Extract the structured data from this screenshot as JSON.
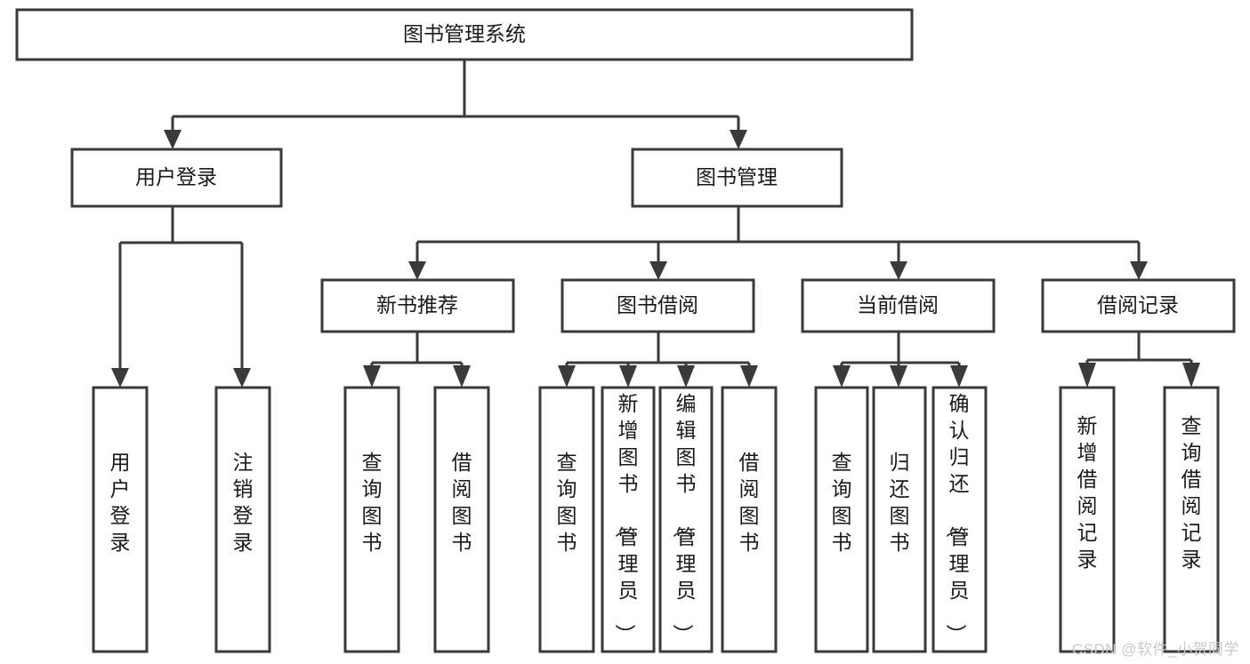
{
  "diagram": {
    "type": "hierarchy-tree",
    "title": "图书管理系统",
    "watermark": "CSDN @软件_小贺同学",
    "colors": {
      "stroke": "#3a3a3a",
      "fill": "#ffffff",
      "text": "#1a1a1a",
      "watermark": "#c9c9c9",
      "background": "#ffffff"
    },
    "levels": [
      {
        "level": 1,
        "nodes": [
          {
            "id": "root",
            "label": "图书管理系统",
            "orientation": "horizontal"
          }
        ]
      },
      {
        "level": 2,
        "nodes": [
          {
            "id": "login",
            "label": "用户登录",
            "orientation": "horizontal",
            "parent": "root"
          },
          {
            "id": "bookmgmt",
            "label": "图书管理",
            "orientation": "horizontal",
            "parent": "root"
          }
        ]
      },
      {
        "level": 3,
        "nodes": [
          {
            "id": "newbook",
            "label": "新书推荐",
            "orientation": "horizontal",
            "parent": "bookmgmt"
          },
          {
            "id": "borrow",
            "label": "图书借阅",
            "orientation": "horizontal",
            "parent": "bookmgmt"
          },
          {
            "id": "current",
            "label": "当前借阅",
            "orientation": "horizontal",
            "parent": "bookmgmt"
          },
          {
            "id": "records",
            "label": "借阅记录",
            "orientation": "horizontal",
            "parent": "bookmgmt"
          }
        ]
      },
      {
        "level": 4,
        "nodes": [
          {
            "id": "leaf-1",
            "label": "用户登录",
            "orientation": "vertical",
            "parent": "login"
          },
          {
            "id": "leaf-2",
            "label": "注销登录",
            "orientation": "vertical",
            "parent": "login"
          },
          {
            "id": "leaf-3",
            "label": "查询图书",
            "orientation": "vertical",
            "parent": "newbook"
          },
          {
            "id": "leaf-4",
            "label": "借阅图书",
            "orientation": "vertical",
            "parent": "newbook"
          },
          {
            "id": "leaf-5",
            "label": "查询图书",
            "orientation": "vertical",
            "parent": "borrow"
          },
          {
            "id": "leaf-6",
            "label": "新增图书（管理员）",
            "orientation": "vertical",
            "parent": "borrow"
          },
          {
            "id": "leaf-7",
            "label": "编辑图书（管理员）",
            "orientation": "vertical",
            "parent": "borrow"
          },
          {
            "id": "leaf-8",
            "label": "借阅图书",
            "orientation": "vertical",
            "parent": "borrow"
          },
          {
            "id": "leaf-9",
            "label": "查询图书",
            "orientation": "vertical",
            "parent": "current"
          },
          {
            "id": "leaf-10",
            "label": "归还图书",
            "orientation": "vertical",
            "parent": "current"
          },
          {
            "id": "leaf-11",
            "label": "确认归还（管理员）",
            "orientation": "vertical",
            "parent": "current"
          },
          {
            "id": "leaf-12",
            "label": "新增借阅记录",
            "orientation": "vertical",
            "parent": "records"
          },
          {
            "id": "leaf-13",
            "label": "查询借阅记录",
            "orientation": "vertical",
            "parent": "records"
          }
        ]
      }
    ]
  }
}
